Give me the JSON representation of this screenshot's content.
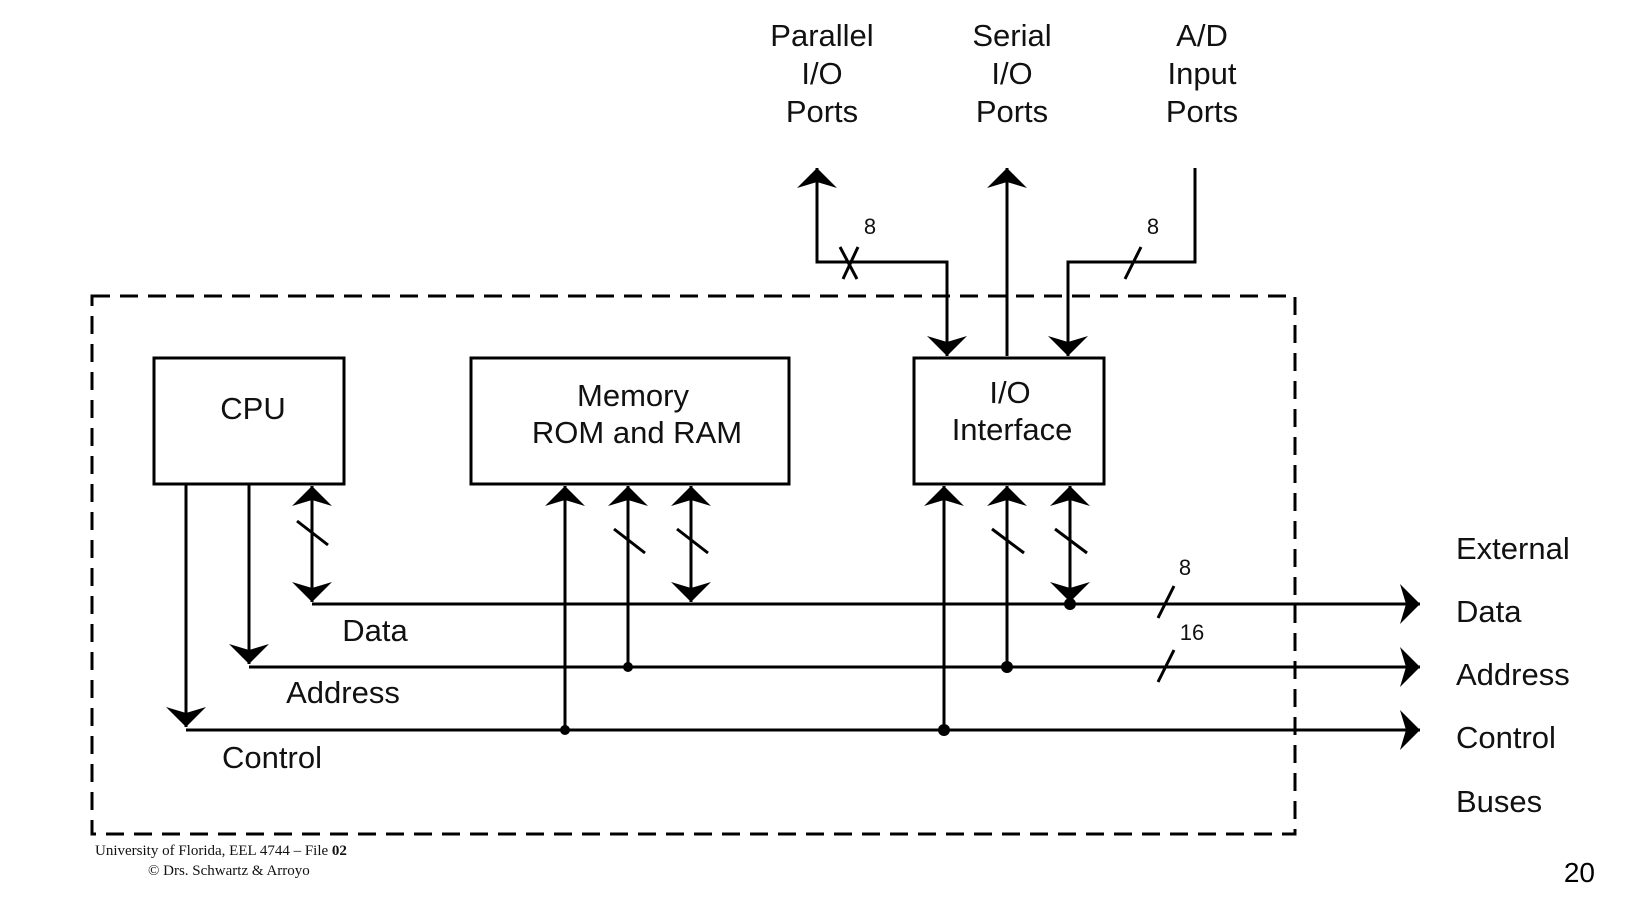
{
  "diagram": {
    "blocks": {
      "cpu": {
        "label": "CPU"
      },
      "memory": {
        "line1": "Memory",
        "line2": "ROM and RAM"
      },
      "io_interface": {
        "line1": "I/O",
        "line2": "Interface"
      }
    },
    "ports": {
      "parallel": {
        "line1": "Parallel",
        "line2": "I/O",
        "line3": "Ports",
        "width": "8"
      },
      "serial": {
        "line1": "Serial",
        "line2": "I/O",
        "line3": "Ports"
      },
      "ad": {
        "line1": "A/D",
        "line2": "Input",
        "line3": "Ports",
        "width": "8"
      }
    },
    "internal_buses": {
      "data": "Data",
      "address": "Address",
      "control": "Control"
    },
    "external_buses": {
      "heading": "External",
      "data": "Data",
      "data_width": "8",
      "address": "Address",
      "address_width": "16",
      "control": "Control",
      "footer": "Buses"
    }
  },
  "footer": {
    "line1_prefix": "University of Florida, EEL 4744 – File ",
    "line1_file": "02",
    "line2": "© Drs. Schwartz & Arroyo"
  },
  "page_number": "20"
}
